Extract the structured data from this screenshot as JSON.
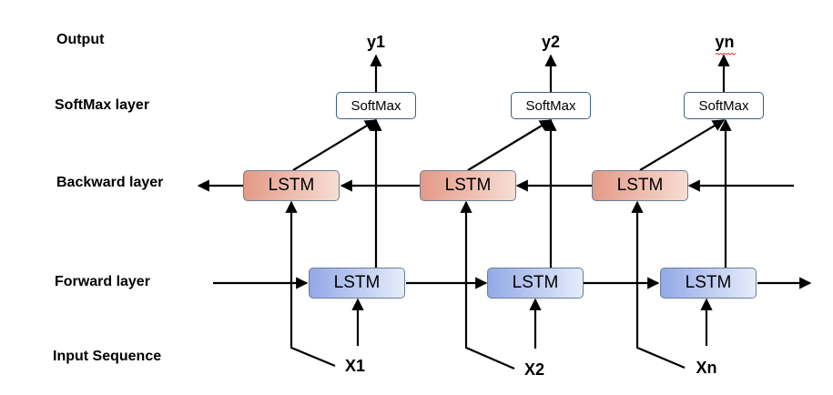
{
  "rows": {
    "output": "Output",
    "softmax": "SoftMax layer",
    "backward": "Backward layer",
    "forward": "Forward layer",
    "input": "Input Sequence"
  },
  "outputs": [
    "y1",
    "y2",
    "yn"
  ],
  "inputs": [
    "X1",
    "X2",
    "Xn"
  ],
  "softmax_label": "SoftMax",
  "lstm_label": "LSTM",
  "colors": {
    "backward_fill_start": "#e39a86",
    "backward_fill_end": "#f7ddd4",
    "forward_fill_start": "#93a9e6",
    "forward_fill_end": "#e6ecfa",
    "softmax_border": "#3d5f85",
    "spellcheck_underline": "#e03030"
  }
}
